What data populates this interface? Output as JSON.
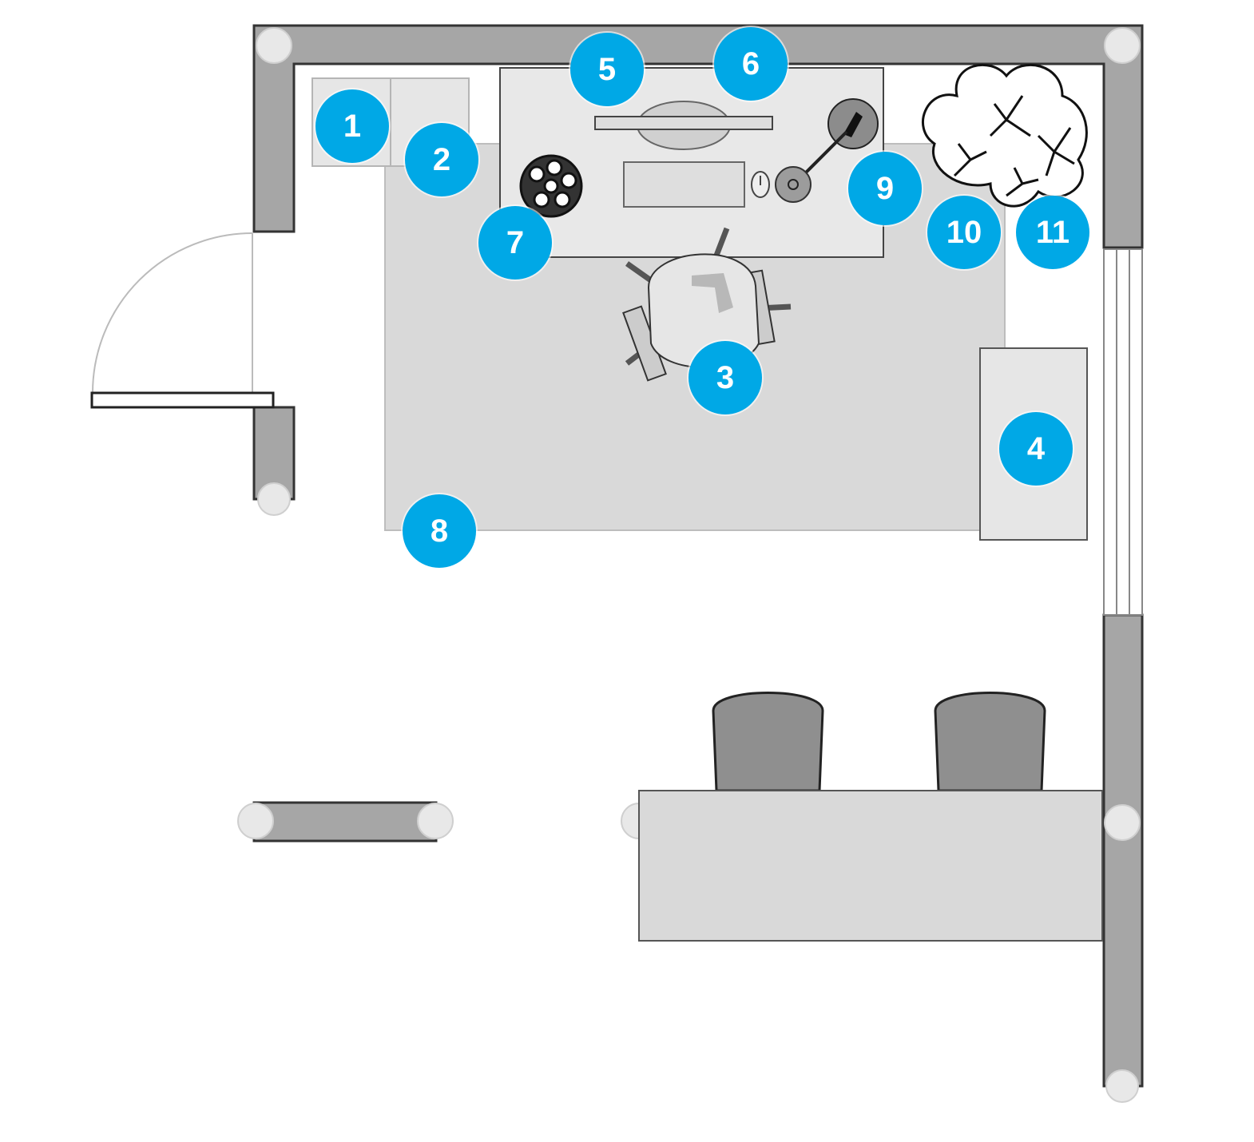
{
  "markers": {
    "m1": "1",
    "m2": "2",
    "m3": "3",
    "m4": "4",
    "m5": "5",
    "m6": "6",
    "m7": "7",
    "m8": "8",
    "m9": "9",
    "m10": "10",
    "m11": "11"
  },
  "colors": {
    "marker": "#00a8e6",
    "wall": "#a6a6a6",
    "rug": "#d9d9d9",
    "furniture": "#e6e6e6"
  }
}
